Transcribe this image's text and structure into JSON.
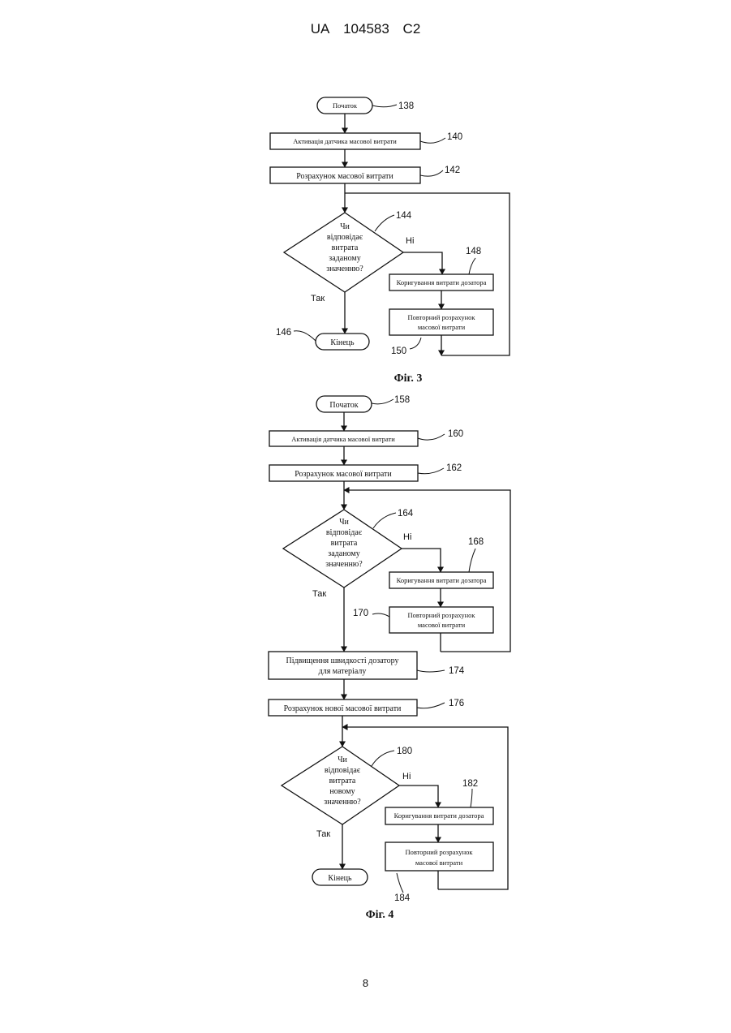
{
  "header": {
    "country": "UA",
    "number": "104583",
    "kind": "C2"
  },
  "page_number": "8",
  "fig3": {
    "caption": "Фіг. 3",
    "start": "Початок",
    "activate": "Активація датчика масової витрати",
    "calc": "Розрахунок масової витрати",
    "decision": [
      "Чи",
      "відповідає",
      "витрата",
      "заданому",
      "значенню?"
    ],
    "no": "Ні",
    "yes": "Так",
    "adjust": "Коригування витрати дозатора",
    "recalc": [
      "Повторний розрахунок",
      "масової витрати"
    ],
    "end": "Кінець",
    "refs": {
      "start": "138",
      "activate": "140",
      "calc": "142",
      "decision": "144",
      "end": "146",
      "adjust": "148",
      "recalc": "150"
    }
  },
  "fig4": {
    "caption": "Фіг. 4",
    "start": "Початок",
    "activate": "Активація датчика масової витрати",
    "calc": "Розрахунок масової витрати",
    "decision1": [
      "Чи",
      "відповідає",
      "витрата",
      "заданому",
      "значенню?"
    ],
    "no1": "Ні",
    "yes1": "Так",
    "adjust1": "Коригування витрати дозатора",
    "recalc1": [
      "Повторний розрахунок",
      "масової витрати"
    ],
    "increase": [
      "Підвищення швидкості дозатору",
      "для матеріалу"
    ],
    "new_calc": "Розрахунок нової масової витрати",
    "decision2": [
      "Чи",
      "відповідає",
      "витрата",
      "новому",
      "значенню?"
    ],
    "no2": "Ні",
    "yes2": "Так",
    "adjust2": "Коригування витрати дозатора",
    "recalc2": [
      "Повторний розрахунок",
      "масової витрати"
    ],
    "end": "Кінець",
    "refs": {
      "start": "158",
      "activate": "160",
      "calc": "162",
      "decision1": "164",
      "adjust1": "168",
      "recalc1": "170",
      "increase": "174",
      "new_calc": "176",
      "decision2": "180",
      "adjust2": "182",
      "recalc2": "184"
    }
  }
}
